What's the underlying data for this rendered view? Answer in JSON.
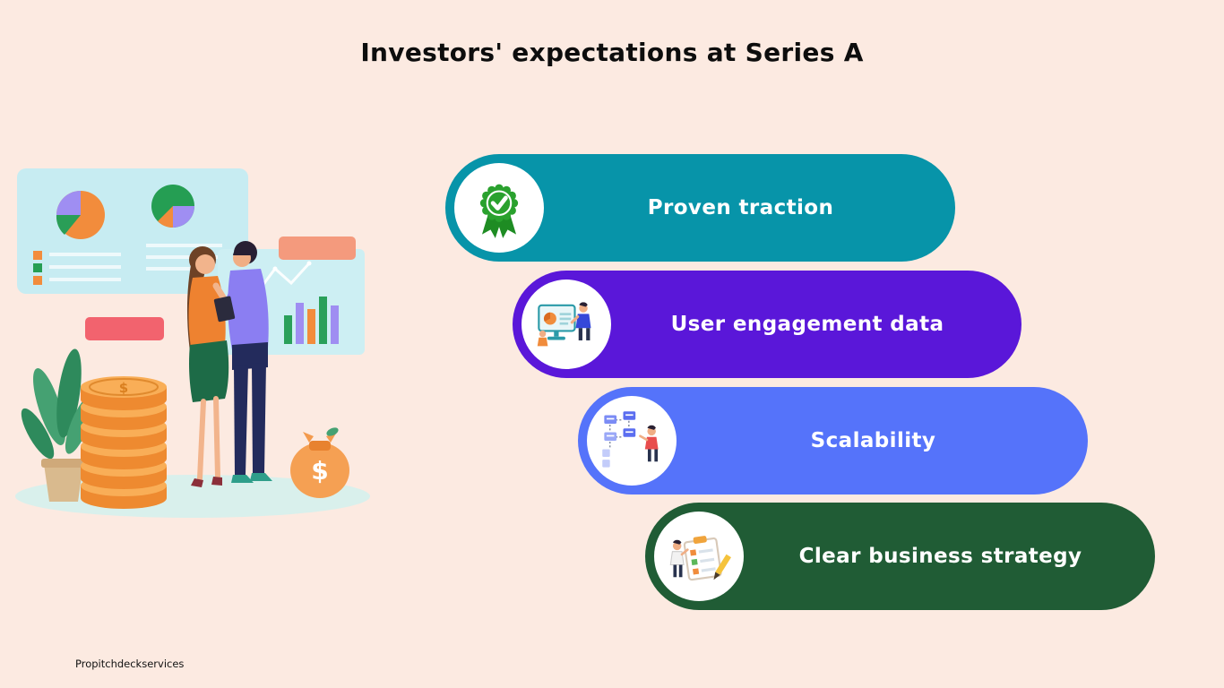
{
  "title": "Investors' expectations at Series A",
  "footer": {
    "brand": "Propitchdeckservices"
  },
  "colors": {
    "background": "#fceae1",
    "title_text": "#0d0d0d",
    "bar_text": "#ffffff"
  },
  "items": [
    {
      "label": "Proven traction",
      "color": "#0794a9",
      "icon": "award-badge-icon"
    },
    {
      "label": "User engagement data",
      "color": "#5a17d9",
      "icon": "user-engagement-icon"
    },
    {
      "label": "Scalability",
      "color": "#5573fa",
      "icon": "scalability-flowchart-icon"
    },
    {
      "label": "Clear business strategy",
      "color": "#205c35",
      "icon": "business-strategy-icon"
    }
  ],
  "illustration": {
    "coin_symbol": "$",
    "bag_symbol": "$"
  }
}
